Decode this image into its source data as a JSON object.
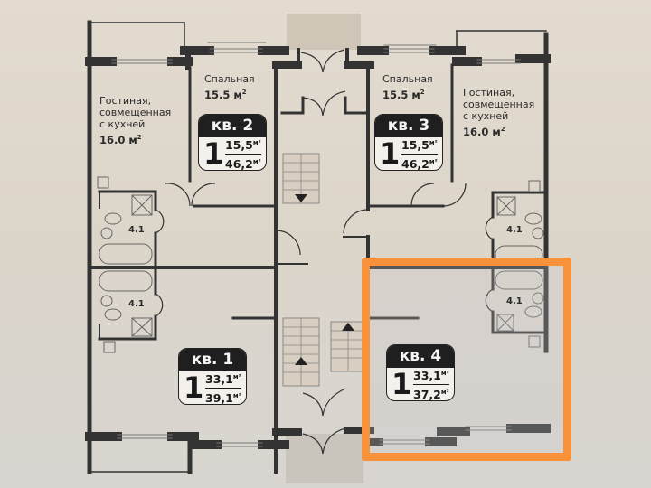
{
  "floor_plan": {
    "highlight_color": "#f7913a",
    "wall_color": "#333333",
    "apartments": [
      {
        "id": "apt-1",
        "label": "кв. 1",
        "rooms": "1",
        "living_area": "33,1",
        "total_area": "39,1",
        "unit": "м²",
        "highlighted": false
      },
      {
        "id": "apt-2",
        "label": "кв. 2",
        "rooms": "1",
        "living_area": "15,5",
        "total_area": "46,2",
        "unit": "м²",
        "highlighted": false
      },
      {
        "id": "apt-3",
        "label": "кв. 3",
        "rooms": "1",
        "living_area": "15,5",
        "total_area": "46,2",
        "unit": "м²",
        "highlighted": false
      },
      {
        "id": "apt-4",
        "label": "кв. 4",
        "rooms": "1",
        "living_area": "33,1",
        "total_area": "37,2",
        "unit": "м²",
        "highlighted": true
      }
    ],
    "rooms": {
      "living_left": {
        "name_line1": "Гостиная,",
        "name_line2": "совмещенная",
        "name_line3": "с кухней",
        "area": "16.0 м",
        "area_sup": "2"
      },
      "bedroom_left": {
        "name": "Спальная",
        "area": "15.5 м",
        "area_sup": "2"
      },
      "bedroom_right": {
        "name": "Спальная",
        "area": "15.5 м",
        "area_sup": "2"
      },
      "living_right": {
        "name_line1": "Гостиная,",
        "name_line2": "совмещенная",
        "name_line3": "с кухней",
        "area": "16.0 м",
        "area_sup": "2"
      }
    },
    "bathrooms": [
      {
        "id": "wc-apt2",
        "label": "4.1"
      },
      {
        "id": "wc-apt1",
        "label": "4.1"
      },
      {
        "id": "wc-apt3",
        "label": "4.1"
      },
      {
        "id": "wc-apt4",
        "label": "4.1"
      }
    ],
    "sup2": "2"
  }
}
